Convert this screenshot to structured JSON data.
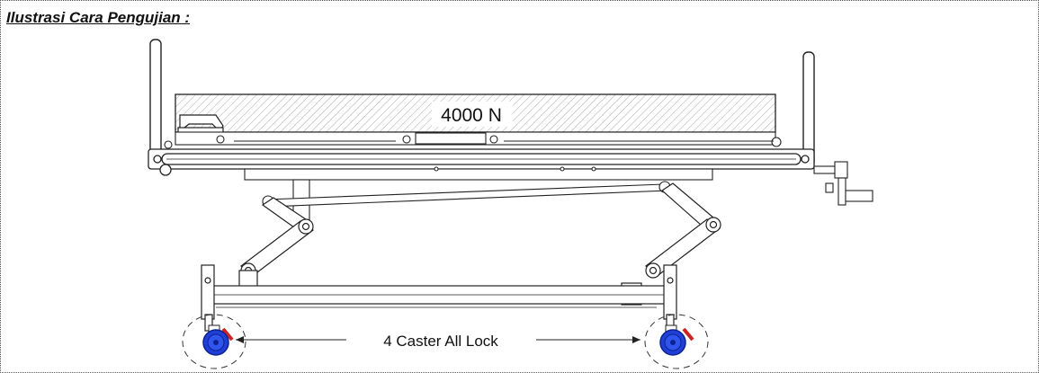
{
  "heading": "Ilustrasi Cara Pengujian :",
  "load_label": "4000 N",
  "caster_label": "4 Caster All Lock",
  "colors": {
    "line": "#222222",
    "mattress_hatch": "#9a9a9a",
    "wheel_blue": "#1f3fd6",
    "lock_red": "#cc2222",
    "frame_border": "#555555"
  }
}
